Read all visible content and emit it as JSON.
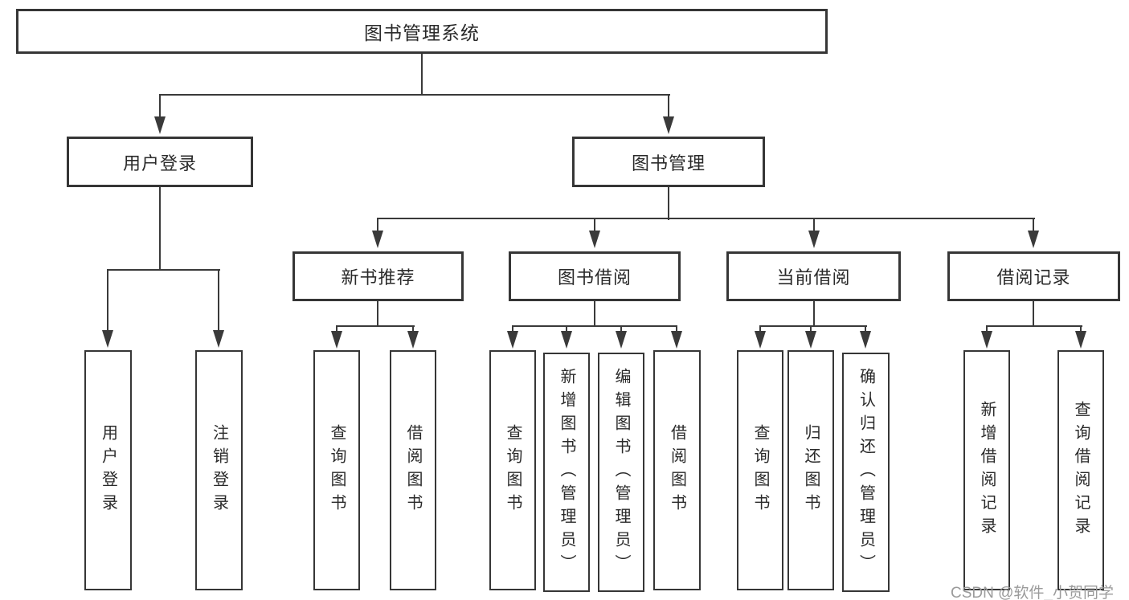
{
  "diagram": {
    "title": "图书管理系统",
    "colors": {
      "background": "#ffffff",
      "box_border": "#363636",
      "line": "#3a3a3a",
      "text": "#2a2a2a",
      "watermark": "#9b9b9b"
    },
    "nodes": {
      "root": {
        "label": "图书管理系统"
      },
      "level2": [
        {
          "label": "用户登录"
        },
        {
          "label": "图书管理"
        }
      ],
      "level3": [
        {
          "label": "新书推荐"
        },
        {
          "label": "图书借阅"
        },
        {
          "label": "当前借阅"
        },
        {
          "label": "借阅记录"
        }
      ],
      "leaves": [
        {
          "label": "用户登录"
        },
        {
          "label": "注销登录"
        },
        {
          "label": "查询图书"
        },
        {
          "label": "借阅图书"
        },
        {
          "label": "查询图书"
        },
        {
          "label": "新增图书（管理员）"
        },
        {
          "label": "编辑图书（管理员）"
        },
        {
          "label": "借阅图书"
        },
        {
          "label": "查询图书"
        },
        {
          "label": "归还图书"
        },
        {
          "label": "确认归还（管理员）"
        },
        {
          "label": "新增借阅记录"
        },
        {
          "label": "查询借阅记录"
        }
      ]
    },
    "watermark": "CSDN @软件_小贺同学"
  }
}
